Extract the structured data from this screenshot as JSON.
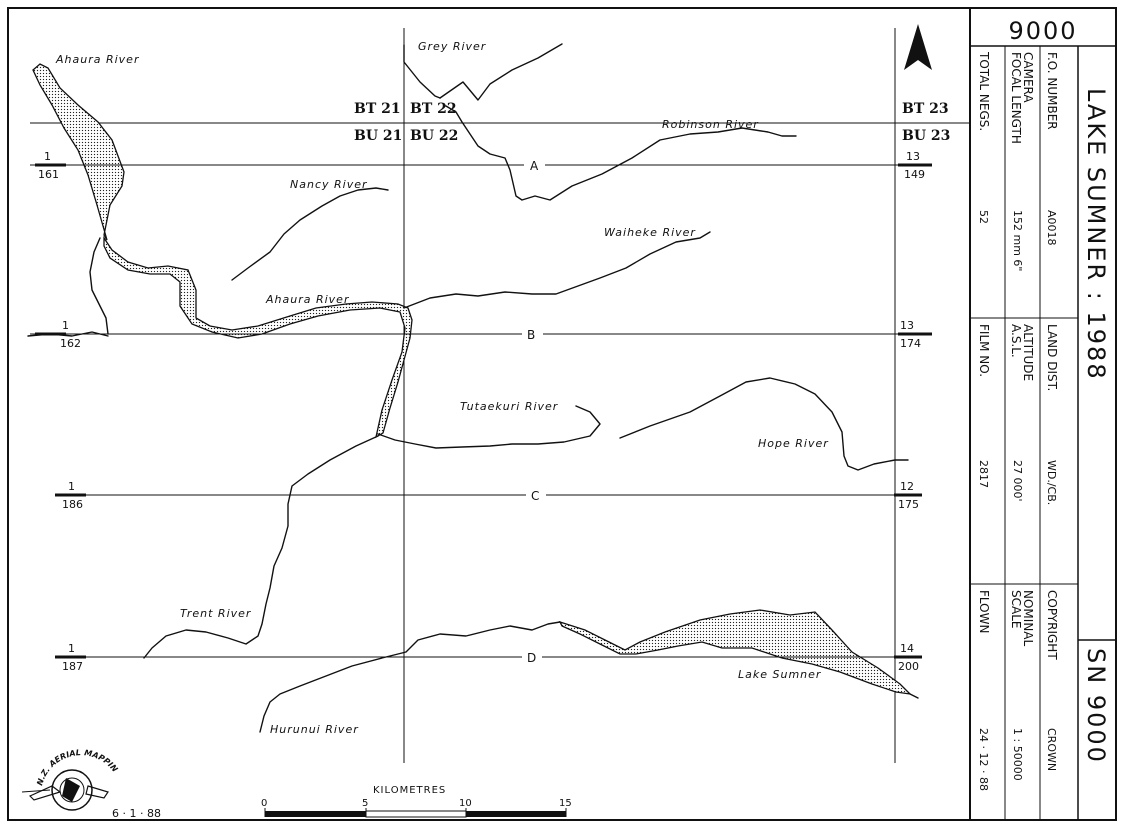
{
  "map": {
    "rivers": {
      "ahaura_nw": "Ahaura River",
      "grey": "Grey River",
      "robinson": "Robinson River",
      "nancy": "Nancy River",
      "waiheke": "Waiheke River",
      "ahaura_mid": "Ahaura River",
      "tutaekuri": "Tutaekuri River",
      "hope": "Hope River",
      "trent": "Trent River",
      "hurunui": "Hurunui River",
      "lake_sumner": "Lake Sumner"
    },
    "sheets": {
      "bt21": "BT 21",
      "bt22": "BT 22",
      "bt23": "BT 23",
      "bu21": "BU 21",
      "bu22": "BU 22",
      "bu23": "BU 23"
    },
    "flight_lines": {
      "A": {
        "label": "A",
        "l_top": "1",
        "l_bot": "161",
        "r_top": "13",
        "r_bot": "149"
      },
      "B": {
        "label": "B",
        "l_top": "1",
        "l_bot": "162",
        "r_top": "13",
        "r_bot": "174"
      },
      "C": {
        "label": "C",
        "l_top": "1",
        "l_bot": "186",
        "r_top": "12",
        "r_bot": "175"
      },
      "D": {
        "label": "D",
        "l_top": "1",
        "l_bot": "187",
        "r_top": "14",
        "r_bot": "200"
      }
    },
    "north_label": "N",
    "logo_text": "N.Z. AERIAL MAPPING LTD.",
    "date": "6 · 1 · 88",
    "scale": {
      "title": "KILOMETRES",
      "t0": "0",
      "t5": "5",
      "t10": "10",
      "t15": "15"
    }
  },
  "panel": {
    "number": "9000",
    "title": "LAKE  SUMNER  :  1988",
    "code": "SN 9000",
    "col1": {
      "f1_label": "F.O. NUMBER",
      "f1_value": "A0018",
      "f2_label": "LAND DIST.",
      "f2_value": "WD./CB.",
      "f3_label": "COPYRIGHT",
      "f3_value": "CROWN"
    },
    "col2": {
      "f1_label_a": "CAMERA",
      "f1_label_b": "FOCAL LENGTH",
      "f1_value": "152 mm   6\"",
      "f2_label_a": "ALTITUDE",
      "f2_label_b": "A.S.L.",
      "f2_value": "27 000'",
      "f3_label_a": "NOMINAL",
      "f3_label_b": "SCALE",
      "f3_value": "1 : 50000"
    },
    "col3": {
      "f1_label": "TOTAL NEGS.",
      "f1_value": "52",
      "f2_label": "FILM NO.",
      "f2_value": "2817",
      "f3_label": "FLOWN",
      "f3_value": "24 · 12 · 88"
    }
  }
}
